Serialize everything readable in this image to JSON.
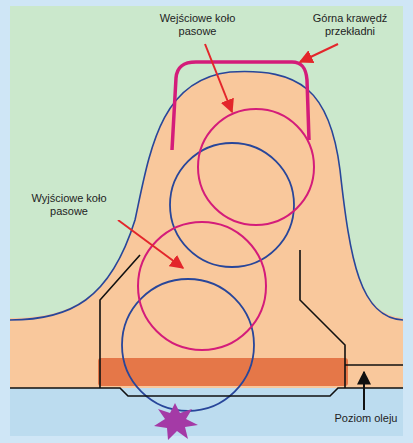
{
  "diagram": {
    "labels": [
      "Wejściowe koło pasowe",
      "Górna krawędź przekładni",
      "Wyjściowe koło pasowe",
      "Poziom oleju"
    ]
  }
}
